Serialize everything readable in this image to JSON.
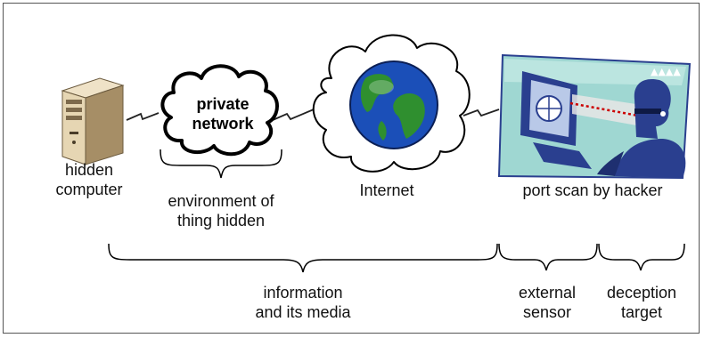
{
  "nodes": {
    "hidden_computer": {
      "line1": "hidden",
      "line2": "computer"
    },
    "private_network": {
      "line1": "private",
      "line2": "network"
    },
    "environment": {
      "line1": "environment of",
      "line2": "thing hidden"
    },
    "internet": {
      "label": "Internet"
    },
    "hacker": {
      "label": "port scan by hacker"
    }
  },
  "brackets": {
    "information": {
      "line1": "information",
      "line2": "and its media"
    },
    "sensor": {
      "line1": "external",
      "line2": "sensor"
    },
    "deception": {
      "line1": "deception",
      "line2": "target"
    }
  },
  "icons": [
    "computer-tower-icon",
    "cloud-icon",
    "globe-icon",
    "hacker-scene-icon",
    "lightning-link-icon"
  ],
  "colors": {
    "globe_ocean": "#1b4fb8",
    "globe_land": "#2f8f2f",
    "scene_bg": "#9fd7d2",
    "scene_blue": "#2a3f8f",
    "beam": "#e6e6e6",
    "laser": "#cc0000"
  }
}
